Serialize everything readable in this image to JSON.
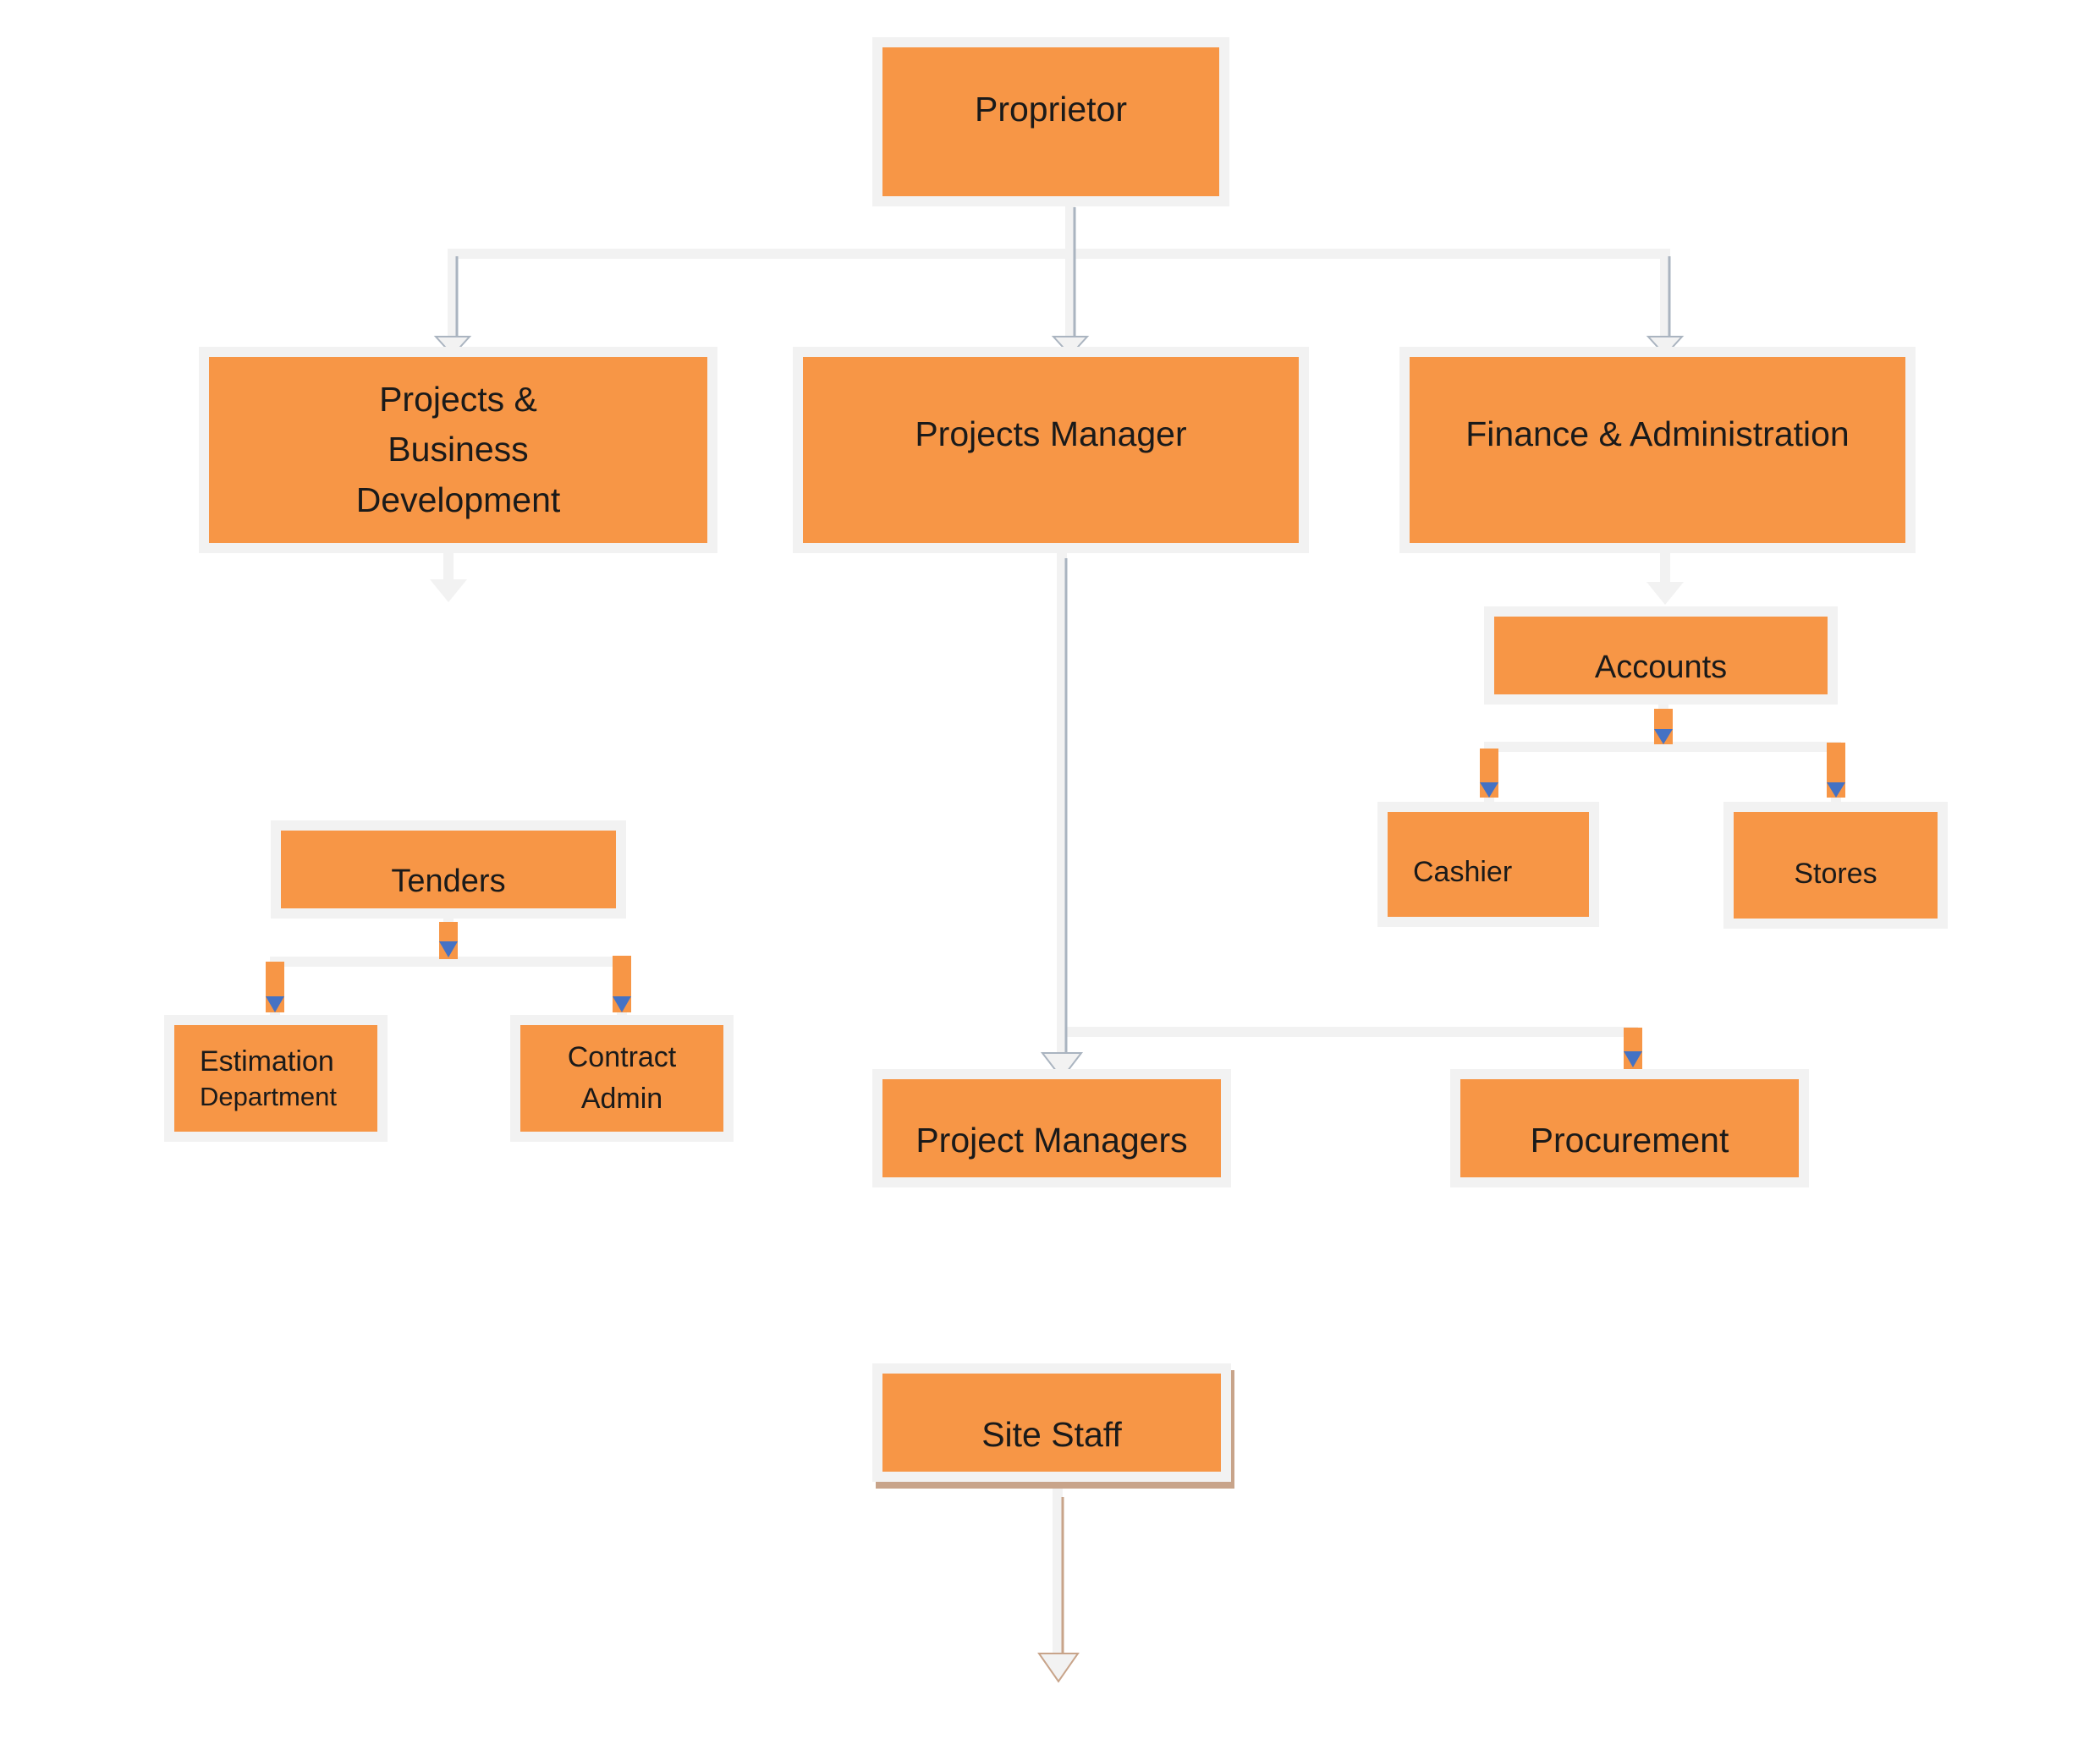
{
  "diagram": {
    "type": "org-chart",
    "colors": {
      "box_fill": "#f79646",
      "box_border": "#f2f2f2",
      "connector": "#f2f2f2",
      "connector_stroke": "#aab4c0",
      "arrow_marker": "#4472c4",
      "text": "#1a1a1a"
    },
    "nodes": {
      "proprietor": "Proprietor",
      "projects_bd": [
        "Projects &",
        "Business",
        "Development"
      ],
      "projects_manager": "Projects Manager",
      "finance_admin": "Finance & Administration",
      "accounts": "Accounts",
      "tenders": "Tenders",
      "cashier": "Cashier",
      "stores": "Stores",
      "estimation": [
        "Estimation",
        "Department"
      ],
      "contract_admin": [
        "Contract",
        "Admin"
      ],
      "project_managers": "Project Managers",
      "procurement": "Procurement",
      "site_staff": "Site Staff"
    },
    "edges": [
      [
        "Proprietor",
        "Projects & Business Development"
      ],
      [
        "Proprietor",
        "Projects Manager"
      ],
      [
        "Proprietor",
        "Finance & Administration"
      ],
      [
        "Finance & Administration",
        "Accounts"
      ],
      [
        "Accounts",
        "Cashier"
      ],
      [
        "Accounts",
        "Stores"
      ],
      [
        "Tenders",
        "Estimation Department"
      ],
      [
        "Tenders",
        "Contract Admin"
      ],
      [
        "Projects Manager",
        "Project Managers"
      ],
      [
        "Projects Manager",
        "Procurement"
      ]
    ]
  }
}
